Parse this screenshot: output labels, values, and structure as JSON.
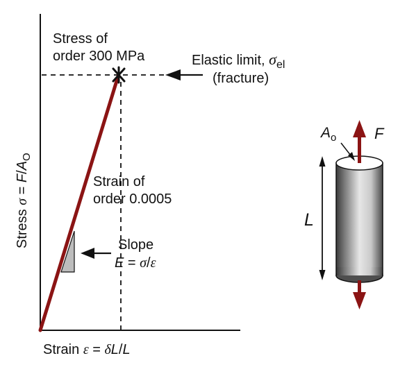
{
  "diagram": {
    "y_axis_label": {
      "prefix": "Stress ",
      "sigma": "σ",
      "eq": " = ",
      "F": "F",
      "slash": "/",
      "A": "A",
      "sub": "O"
    },
    "x_axis_label": {
      "prefix": "Strain ",
      "epsilon": "ε",
      "eq": " = ",
      "delta": "δ",
      "L1": "L",
      "slash": "/",
      "L2": "L"
    },
    "stress_note": {
      "line1": "Stress of",
      "line2": "order 300 MPa"
    },
    "elastic_limit": {
      "line1_text": "Elastic limit, ",
      "sigma": "σ",
      "sub": "el",
      "line2": "(fracture)"
    },
    "strain_note": {
      "line1": "Strain of",
      "line2": "order 0.0005"
    },
    "slope_note": {
      "line1": "Slope",
      "E": "E",
      "eq": " = ",
      "sigma": "σ",
      "slash": "/",
      "epsilon": "ε"
    },
    "specimen": {
      "area_label": "A",
      "area_sub": "o",
      "force_label": "F",
      "length_label": "L"
    },
    "colors": {
      "line": "#8b1414",
      "arrow": "#8b1414",
      "axis": "#111111",
      "slope_triangle": "#bdbdbd"
    }
  }
}
